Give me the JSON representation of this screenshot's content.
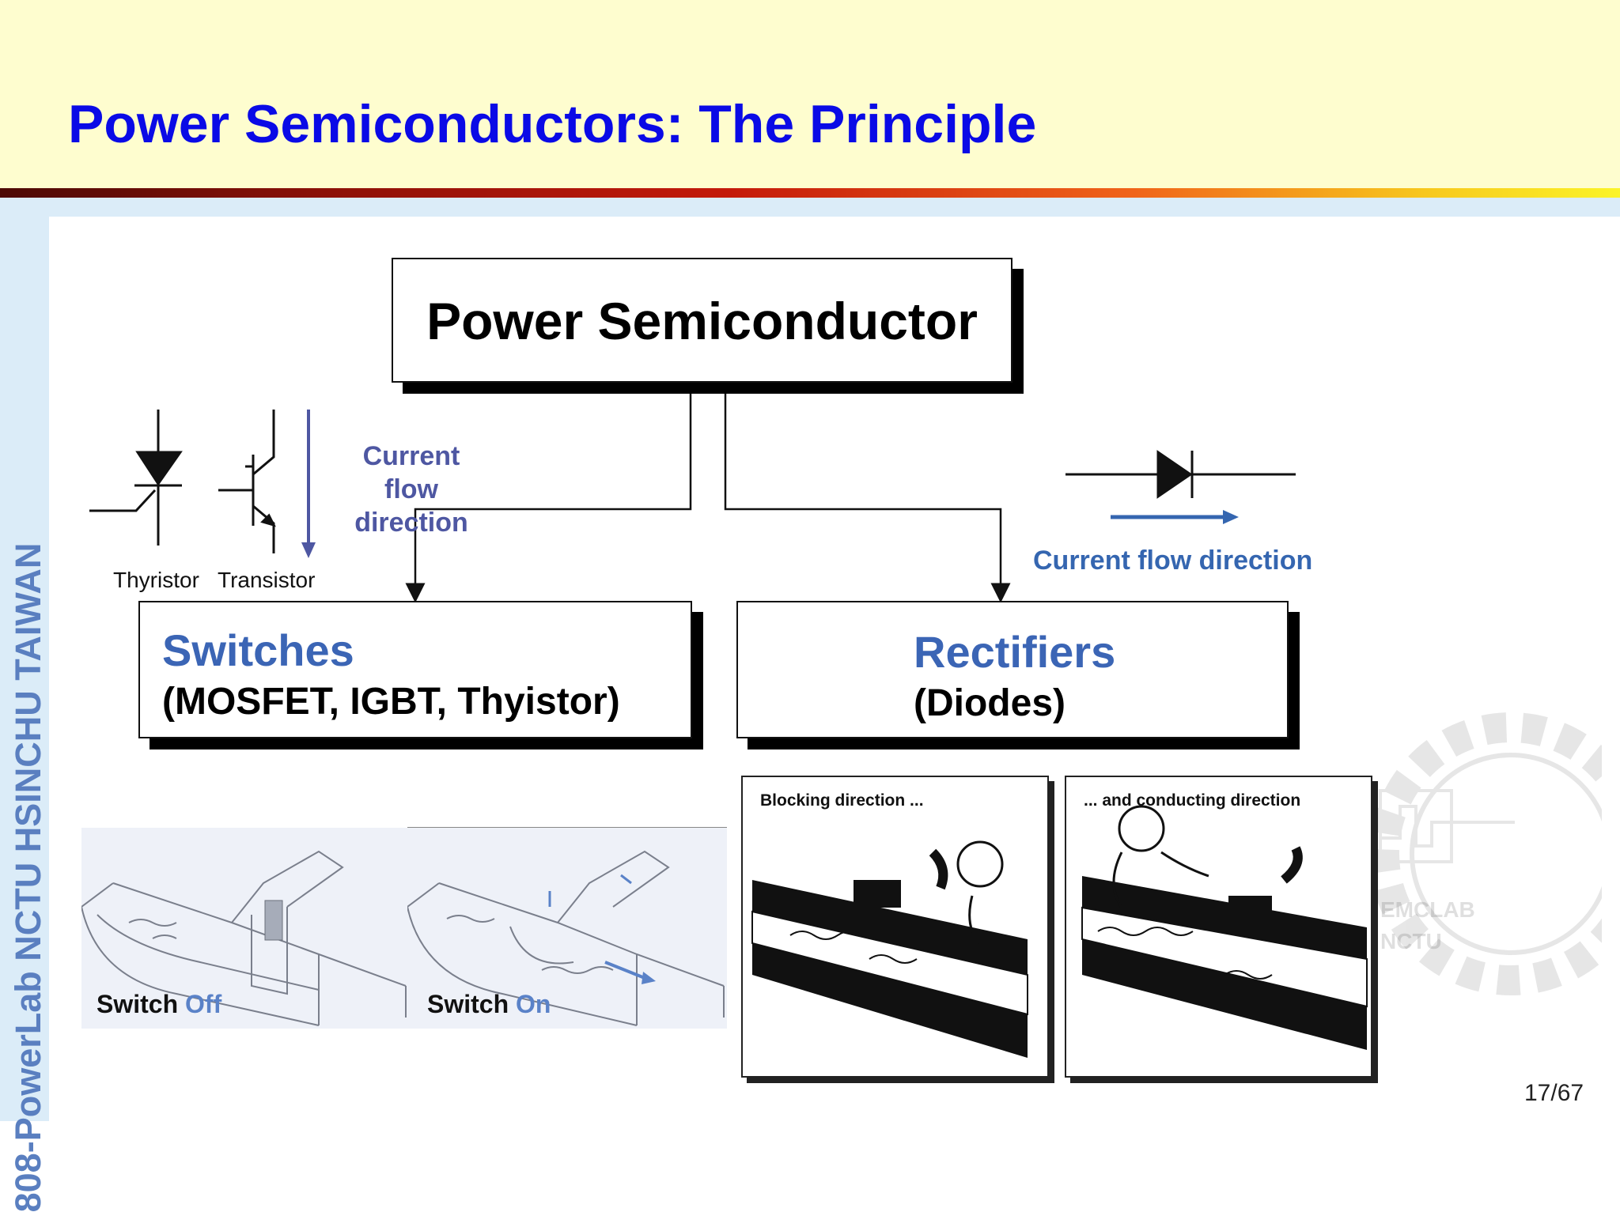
{
  "slide": {
    "title": "Power Semiconductors: The Principle",
    "side_label": "808-PowerLab NCTU HSINCHU TAIWAN",
    "page_number": "17/67"
  },
  "diagram": {
    "root": "Power Semiconductor",
    "switches": {
      "title": "Switches",
      "subtitle": "(MOSFET, IGBT, Thyistor)"
    },
    "rectifiers": {
      "title": "Rectifiers",
      "subtitle": "(Diodes)"
    },
    "symbols": {
      "thyristor": "Thyristor",
      "transistor": "Transistor"
    },
    "left_flow_label": "Current flow direction",
    "right_flow_label": "Current flow direction"
  },
  "illustrations": {
    "switch_off": {
      "word": "Switch",
      "state": "Off"
    },
    "switch_on": {
      "word": "Switch",
      "state": "On"
    },
    "blocking_caption": "Blocking direction ...",
    "conducting_caption": "... and conducting direction"
  },
  "watermark_text": [
    "EMCLAB",
    "NCTU"
  ],
  "colors": {
    "title": "#0a0ae6",
    "accent_blue": "#3b65b5",
    "header_bg": "#fefdcf",
    "sidebar_bg": "#dbecf8"
  }
}
